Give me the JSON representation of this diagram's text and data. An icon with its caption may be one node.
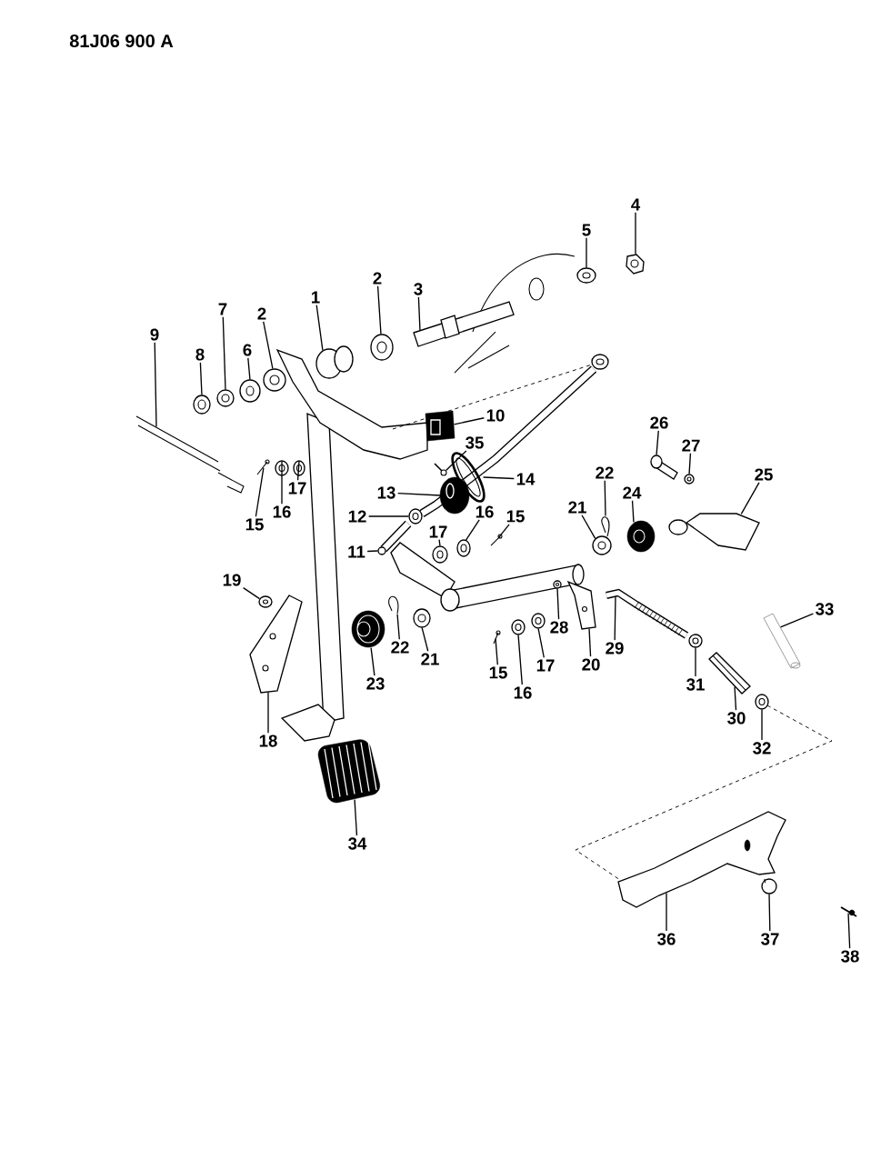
{
  "diagram": {
    "nodes": [
      {
        "text": [
          "4"
        ]
      },
      {
        "text": [
          "5"
        ]
      },
      {
        "text": [
          "2"
        ]
      },
      {
        "text": [
          "3"
        ]
      },
      {
        "text": [
          "1"
        ]
      },
      {
        "text": [
          "9"
        ]
      },
      {
        "text": [
          "7"
        ]
      },
      {
        "text": [
          "2"
        ]
      },
      {
        "text": [
          "8"
        ]
      },
      {
        "text": [
          "6"
        ]
      },
      {
        "text": [
          "26"
        ]
      },
      {
        "text": [
          "10"
        ]
      },
      {
        "text": [
          "35"
        ]
      },
      {
        "text": [
          "27"
        ]
      },
      {
        "text": [
          "22"
        ]
      },
      {
        "text": [
          "14"
        ]
      },
      {
        "text": [
          "25"
        ]
      },
      {
        "text": [
          "13"
        ]
      },
      {
        "text": [
          "17"
        ]
      },
      {
        "text": [
          "24"
        ]
      },
      {
        "text": [
          "21"
        ]
      },
      {
        "text": [
          "16"
        ]
      },
      {
        "text": [
          "15"
        ]
      },
      {
        "text": [
          "12"
        ]
      },
      {
        "text": [
          "16"
        ]
      },
      {
        "text": [
          "15"
        ]
      },
      {
        "text": [
          "17"
        ]
      },
      {
        "text": [
          "11"
        ]
      },
      {
        "text": [
          "19"
        ]
      },
      {
        "text": [
          "28"
        ]
      },
      {
        "text": [
          "29"
        ]
      },
      {
        "text": [
          "22"
        ]
      },
      {
        "text": [
          "21"
        ]
      },
      {
        "text": [
          "17"
        ]
      },
      {
        "text": [
          "15"
        ]
      },
      {
        "text": [
          "20"
        ]
      },
      {
        "text": [
          "23"
        ]
      },
      {
        "text": [
          "16"
        ]
      },
      {
        "text": [
          "33"
        ]
      },
      {
        "text": [
          "31"
        ]
      },
      {
        "text": [
          "30"
        ]
      },
      {
        "text": [
          "18"
        ]
      },
      {
        "text": [
          "32"
        ]
      },
      {
        "text": [
          "34"
        ]
      },
      {
        "text": [
          "36"
        ]
      },
      {
        "text": [
          "37"
        ]
      },
      {
        "text": [
          "38"
        ]
      },
      {
        "text": [],
        "shape": "picture"
      },
      {
        "text": [],
        "shape": "picture"
      },
      {
        "text": [],
        "shape": "picture"
      },
      {
        "text": [],
        "shape": "picture"
      },
      {
        "text": [],
        "shape": "picture"
      },
      {
        "text": [],
        "shape": "picture"
      },
      {
        "text": [],
        "shape": "picture"
      },
      {
        "text": [],
        "shape": "picture"
      },
      {
        "text": [],
        "shape": "picture"
      },
      {
        "text": [],
        "shape": "picture"
      },
      {
        "text": [],
        "shape": "picture"
      },
      {
        "text": [],
        "shape": "picture"
      },
      {
        "text": [],
        "shape": "picture"
      },
      {
        "text": [],
        "shape": "picture"
      },
      {
        "text": [],
        "shape": "picture"
      },
      {
        "text": [],
        "shape": "picture"
      },
      {
        "text": [],
        "shape": "picture"
      },
      {
        "text": [],
        "shape": "picture"
      },
      {
        "text": [],
        "shape": "picture"
      },
      {
        "text": [],
        "shape": "picture"
      },
      {
        "text": [],
        "shape": "picture"
      },
      {
        "text": [],
        "shape": "picture"
      },
      {
        "text": [],
        "shape": "picture"
      },
      {
        "text": [],
        "shape": "picture"
      },
      {
        "text": [],
        "shape": "picture"
      },
      {
        "text": [],
        "shape": "picture"
      },
      {
        "text": [],
        "shape": "picture"
      },
      {
        "text": [],
        "shape": "picture"
      },
      {
        "text": [],
        "shape": "picture"
      },
      {
        "text": [],
        "shape": "picture"
      },
      {
        "text": [],
        "shape": "picture"
      },
      {
        "text": [],
        "shape": "picture"
      },
      {
        "text": [],
        "shape": "picture"
      },
      {
        "text": [],
        "shape": "picture"
      },
      {
        "text": [],
        "shape": "picture"
      },
      {
        "text": [],
        "shape": "picture"
      },
      {
        "text": [],
        "shape": "picture"
      },
      {
        "text": [],
        "shape": "picture"
      },
      {
        "text": [],
        "shape": "picture"
      },
      {
        "text": [],
        "shape": "picture"
      },
      {
        "text": [],
        "shape": "picture"
      },
      {
        "text": [],
        "shape": "picture"
      },
      {
        "text": [],
        "shape": "picture"
      },
      {
        "text": [],
        "shape": "picture"
      },
      {
        "text": [],
        "shape": "picture"
      },
      {
        "text": [],
        "shape": "picture"
      },
      {
        "text": [],
        "shape": "picture"
      },
      {
        "text": [],
        "shape": "picture"
      }
    ],
    "edges": [
      {
        "from": 0,
        "to": 47,
        "arrow": "none"
      },
      {
        "from": 1,
        "to": 48,
        "arrow": "none"
      },
      {
        "from": 2,
        "to": 49,
        "arrow": "none"
      },
      {
        "from": 3,
        "to": 50,
        "arrow": "none"
      },
      {
        "from": 4,
        "to": 51,
        "arrow": "none"
      },
      {
        "from": 5,
        "to": 52,
        "arrow": "none"
      },
      {
        "from": 6,
        "to": 53,
        "arrow": "none"
      },
      {
        "from": 7,
        "to": 54,
        "arrow": "none"
      },
      {
        "from": 8,
        "to": 55,
        "arrow": "none"
      },
      {
        "from": 9,
        "to": 56,
        "arrow": "none"
      },
      {
        "from": 10,
        "to": 57,
        "arrow": "none"
      },
      {
        "from": 11,
        "to": 58,
        "arrow": "none"
      },
      {
        "from": 12,
        "to": 59,
        "arrow": "none"
      },
      {
        "from": 13,
        "to": 60,
        "arrow": "none"
      },
      {
        "from": 14,
        "to": 61,
        "arrow": "none"
      },
      {
        "from": 15,
        "to": 62,
        "arrow": "none"
      },
      {
        "from": 16,
        "to": 63,
        "arrow": "none"
      },
      {
        "from": 17,
        "to": 64,
        "arrow": "none"
      },
      {
        "from": 18,
        "to": 65,
        "arrow": "none"
      },
      {
        "from": 19,
        "to": 66,
        "arrow": "none"
      },
      {
        "from": 20,
        "to": 67,
        "arrow": "none"
      },
      {
        "from": 21,
        "to": 68,
        "arrow": "none"
      },
      {
        "from": 22,
        "to": 69,
        "arrow": "none"
      },
      {
        "from": 23,
        "to": 70,
        "arrow": "none"
      },
      {
        "from": 24,
        "to": 71,
        "arrow": "none"
      },
      {
        "from": 25,
        "to": 72,
        "arrow": "none"
      },
      {
        "from": 26,
        "to": 73,
        "arrow": "none"
      },
      {
        "from": 27,
        "to": 74,
        "arrow": "none"
      },
      {
        "from": 28,
        "to": 75,
        "arrow": "none"
      },
      {
        "from": 29,
        "to": 76,
        "arrow": "none"
      },
      {
        "from": 30,
        "to": 77,
        "arrow": "none"
      },
      {
        "from": 31,
        "to": 78,
        "arrow": "none"
      },
      {
        "from": 32,
        "to": 79,
        "arrow": "none"
      },
      {
        "from": 33,
        "to": 80,
        "arrow": "none"
      },
      {
        "from": 34,
        "to": 81,
        "arrow": "none"
      },
      {
        "from": 35,
        "to": 82,
        "arrow": "none"
      },
      {
        "from": 36,
        "to": 83,
        "arrow": "none"
      },
      {
        "from": 37,
        "to": 84,
        "arrow": "none"
      },
      {
        "from": 38,
        "to": 85,
        "arrow": "none"
      },
      {
        "from": 39,
        "to": 86,
        "arrow": "none"
      },
      {
        "from": 40,
        "to": 87,
        "arrow": "none"
      },
      {
        "from": 41,
        "to": 88,
        "arrow": "none"
      },
      {
        "from": 42,
        "to": 89,
        "arrow": "none"
      },
      {
        "from": 43,
        "to": 90,
        "arrow": "none"
      },
      {
        "from": 44,
        "to": 91,
        "arrow": "none"
      },
      {
        "from": 45,
        "to": 92,
        "arrow": "none"
      },
      {
        "from": 46,
        "to": 93,
        "arrow": "none"
      },
      {
        "from": 51,
        "to": 94,
        "arrow": "none",
        "style": "dashed"
      },
      {
        "from": 89,
        "to": 91,
        "arrow": "none",
        "style": "dashed"
      }
    ],
    "labels": [
      "81J06 900 A"
    ]
  }
}
